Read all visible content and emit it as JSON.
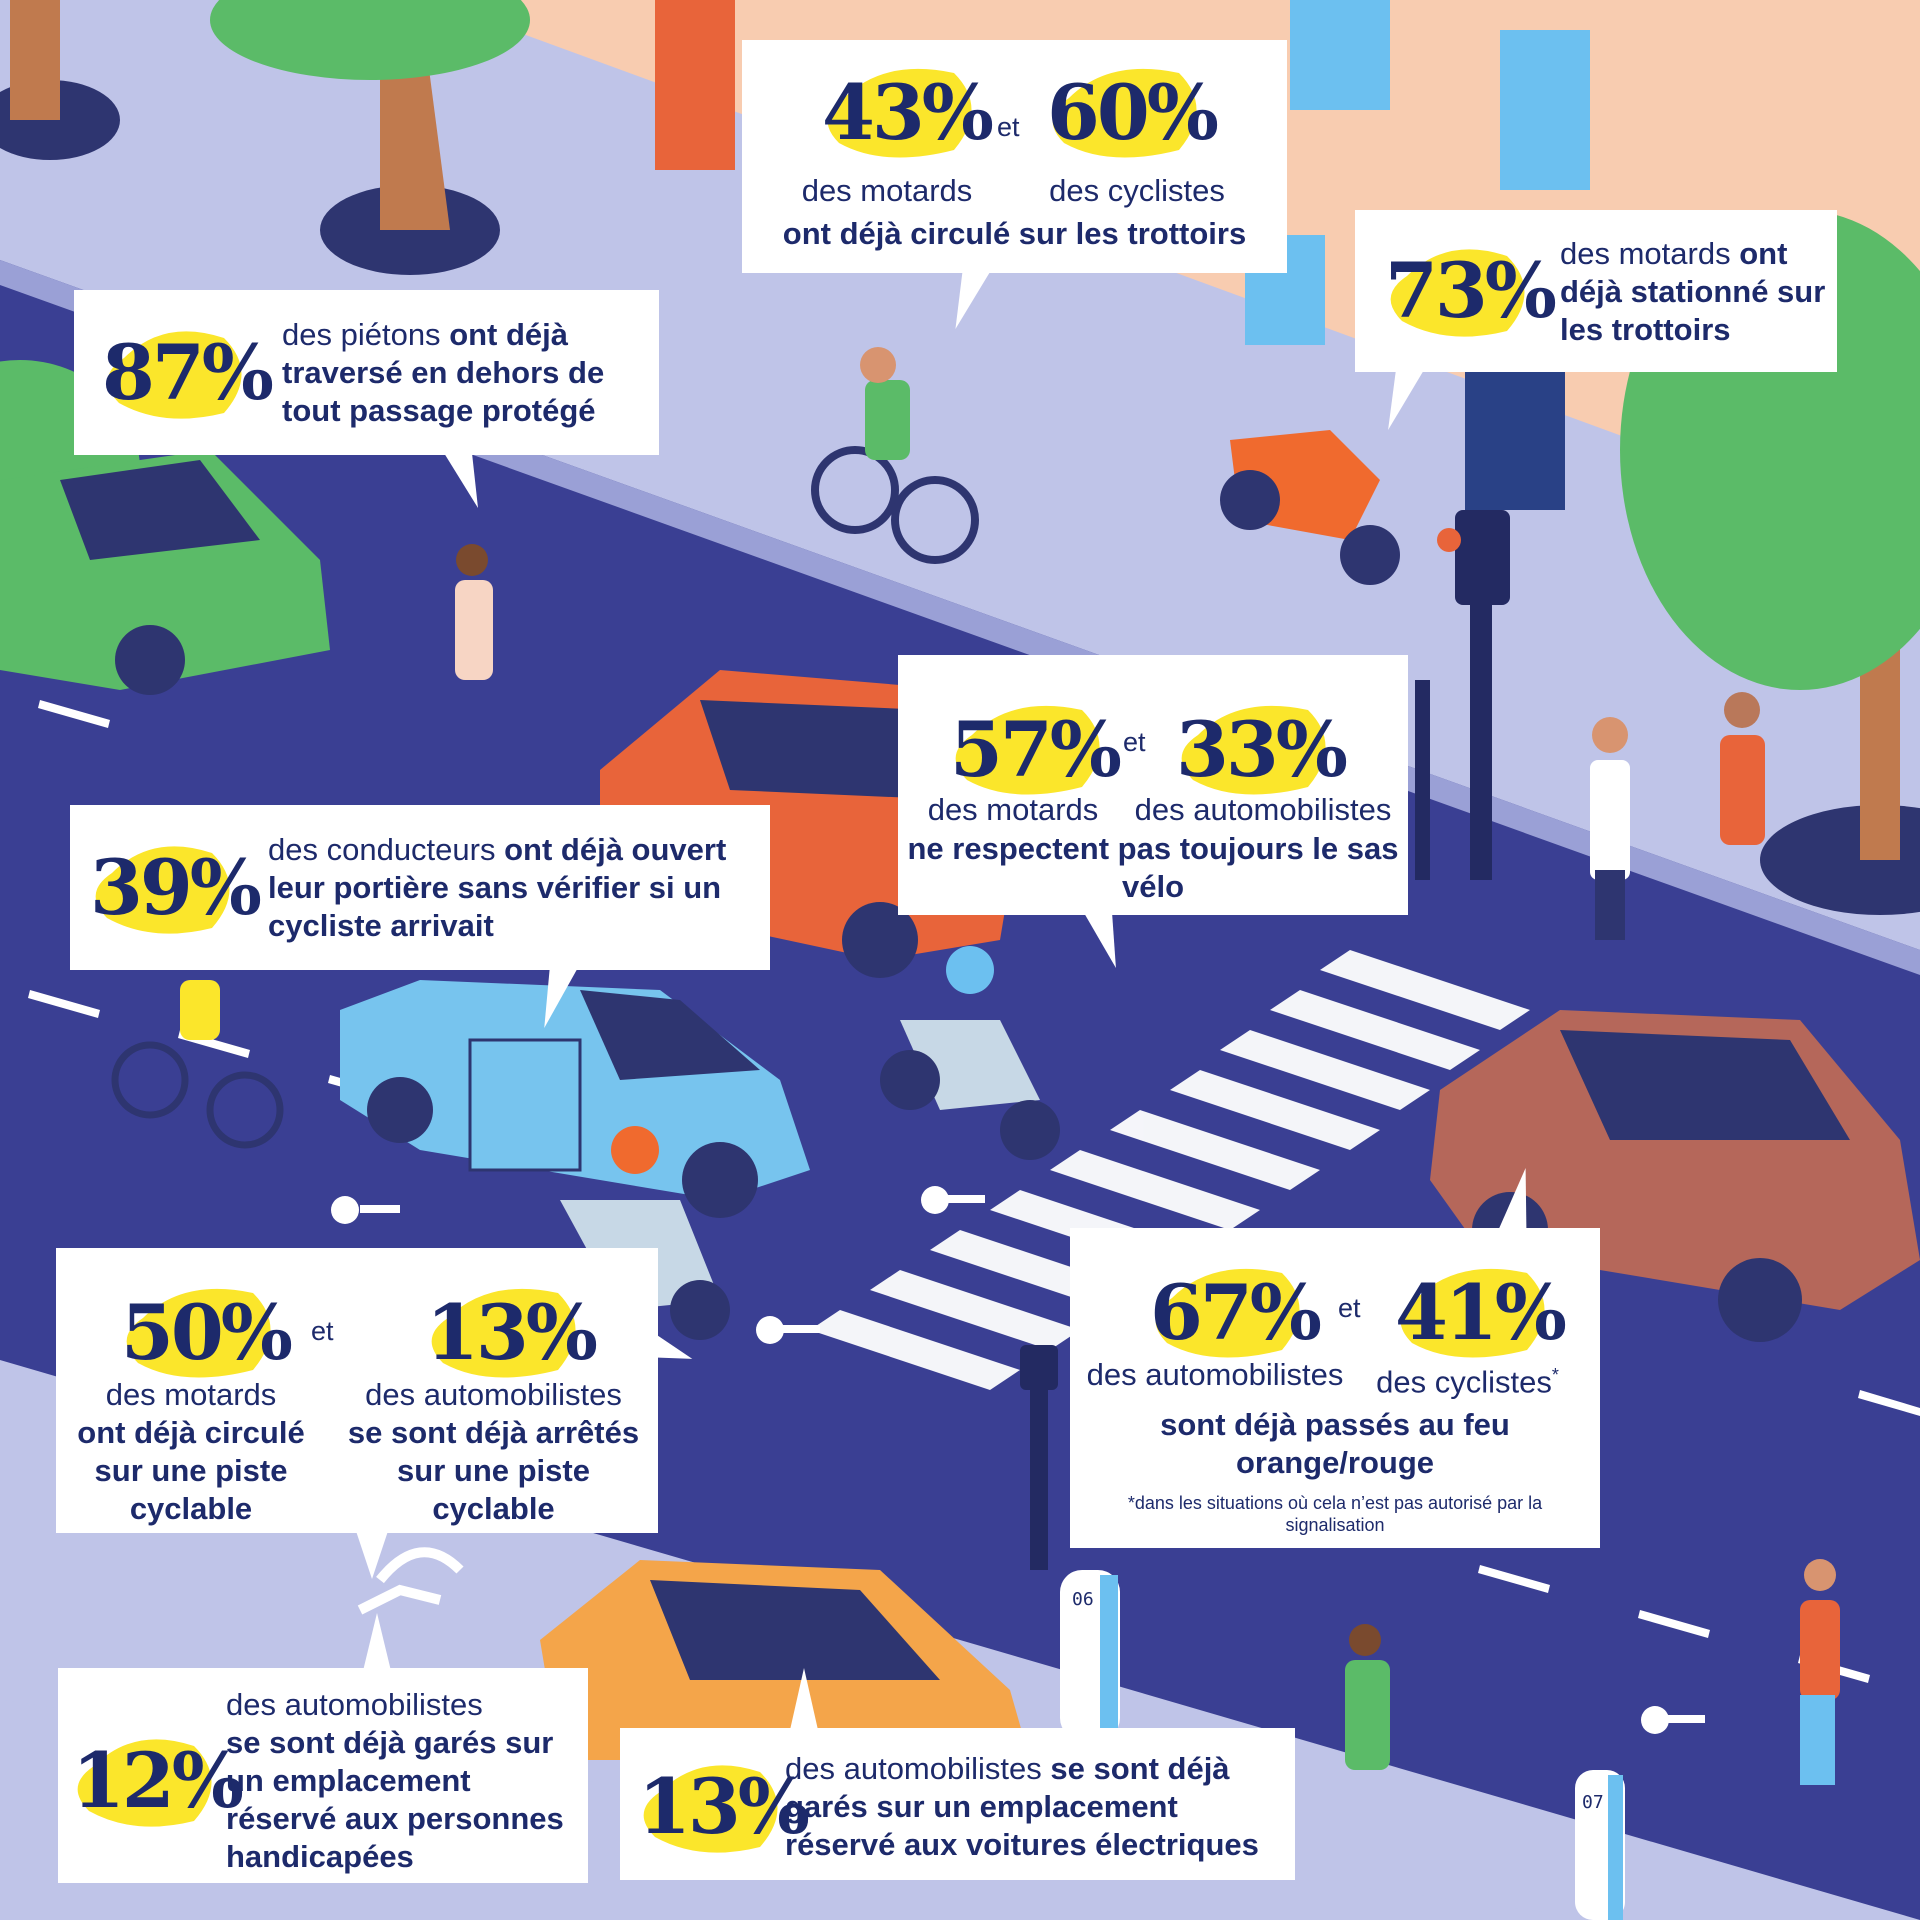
{
  "colors": {
    "street": "#3a3f93",
    "sidewalk": "#bfc4e8",
    "building": "#f8ccb0",
    "highlight": "#fbe62b",
    "text": "#1d2a6b",
    "white": "#ffffff"
  },
  "callouts": {
    "pedestrians": {
      "pct": "87%",
      "lead": "des piétons",
      "bold": "ont déjà traversé en dehors de tout passage protégé"
    },
    "sidewalk_riding": {
      "pct_a": "43%",
      "pct_b": "60%",
      "et": "et",
      "label_a": "des motards",
      "label_b": "des cyclistes",
      "bold": "ont déjà circulé sur les trottoirs"
    },
    "sidewalk_parking": {
      "pct": "73%",
      "lead": "des motards",
      "bold": "ont déjà stationné sur les trottoirs"
    },
    "door_opening": {
      "pct": "39%",
      "lead": "des conducteurs",
      "bold": "ont déjà ouvert leur portière sans vérifier si un cycliste arrivait"
    },
    "bike_box": {
      "pct_a": "57%",
      "pct_b": "33%",
      "et": "et",
      "label_a": "des motards",
      "label_b": "des automobilistes",
      "bold": "ne respectent pas toujours le sas vélo"
    },
    "bike_lane": {
      "pct_a": "50%",
      "pct_b": "13%",
      "et": "et",
      "label_a": "des motards",
      "label_b": "des automobilistes",
      "bold_a": "ont déjà circulé sur une piste cyclable",
      "bold_b": "se sont déjà arrêtés sur une piste cyclable"
    },
    "red_light": {
      "pct_a": "67%",
      "pct_b": "41%",
      "et": "et",
      "label_a": "des automobilistes",
      "label_b": "des cyclistes",
      "asterisk": "*",
      "bold": "sont déjà passés au feu orange/rouge",
      "note": "*dans les situations où cela n’est pas autorisé par la signalisation"
    },
    "disabled_parking": {
      "pct": "12%",
      "lead": "des automobilistes",
      "bold": "se sont déjà garés sur un emplacement réservé aux personnes handicapées"
    },
    "ev_parking": {
      "pct": "13%",
      "lead": "des automobilistes",
      "bold": "se sont déjà garés sur un emplacement réservé aux voitures électriques"
    }
  },
  "scene": {
    "charger_a": "06",
    "charger_b": "07"
  }
}
